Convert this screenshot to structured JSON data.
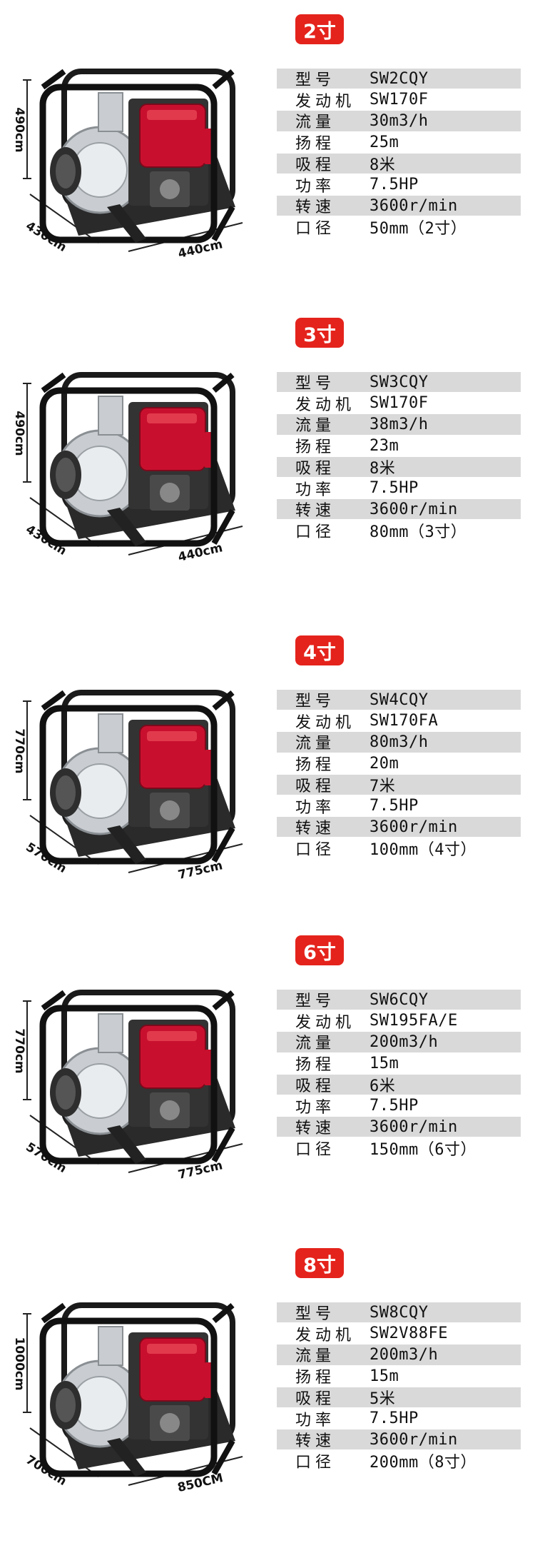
{
  "colors": {
    "badge": "#e4231c",
    "row_shade": "#d9d9d9",
    "engine_red": "#c8102e"
  },
  "products": [
    {
      "badge": "2寸",
      "dims": {
        "height": "490cm",
        "depth": "430cm",
        "width": "440cm"
      },
      "specs": [
        {
          "label": "型号",
          "value": "SW2CQY"
        },
        {
          "label": "发动机",
          "value": "SW170F"
        },
        {
          "label": "流量",
          "value": "30m3/h"
        },
        {
          "label": "扬程",
          "value": "25m"
        },
        {
          "label": "吸程",
          "value": "8米"
        },
        {
          "label": "功率",
          "value": "7.5HP"
        },
        {
          "label": "转速",
          "value": "3600r/min"
        },
        {
          "label": "口径",
          "value": "50mm（2寸）"
        }
      ]
    },
    {
      "badge": "3寸",
      "dims": {
        "height": "490cm",
        "depth": "430cm",
        "width": "440cm"
      },
      "specs": [
        {
          "label": "型号",
          "value": "SW3CQY"
        },
        {
          "label": "发动机",
          "value": "SW170F"
        },
        {
          "label": "流量",
          "value": "38m3/h"
        },
        {
          "label": "扬程",
          "value": "23m"
        },
        {
          "label": "吸程",
          "value": "8米"
        },
        {
          "label": "功率",
          "value": "7.5HP"
        },
        {
          "label": "转速",
          "value": "3600r/min"
        },
        {
          "label": "口径",
          "value": "80mm（3寸）"
        }
      ]
    },
    {
      "badge": "4寸",
      "dims": {
        "height": "770cm",
        "depth": "570cm",
        "width": "775cm"
      },
      "specs": [
        {
          "label": "型号",
          "value": "SW4CQY"
        },
        {
          "label": "发动机",
          "value": "SW170FA"
        },
        {
          "label": "流量",
          "value": "80m3/h"
        },
        {
          "label": "扬程",
          "value": "20m"
        },
        {
          "label": "吸程",
          "value": "7米"
        },
        {
          "label": "功率",
          "value": "7.5HP"
        },
        {
          "label": "转速",
          "value": "3600r/min"
        },
        {
          "label": "口径",
          "value": "100mm（4寸）"
        }
      ]
    },
    {
      "badge": "6寸",
      "dims": {
        "height": "770cm",
        "depth": "570cm",
        "width": "775cm"
      },
      "specs": [
        {
          "label": "型号",
          "value": "SW6CQY"
        },
        {
          "label": "发动机",
          "value": "SW195FA/E"
        },
        {
          "label": "流量",
          "value": "200m3/h"
        },
        {
          "label": "扬程",
          "value": "15m"
        },
        {
          "label": "吸程",
          "value": "6米"
        },
        {
          "label": "功率",
          "value": "7.5HP"
        },
        {
          "label": "转速",
          "value": "3600r/min"
        },
        {
          "label": "口径",
          "value": "150mm（6寸）"
        }
      ]
    },
    {
      "badge": "8寸",
      "dims": {
        "height": "1000cm",
        "depth": "700cm",
        "width": "850CM"
      },
      "specs": [
        {
          "label": "型号",
          "value": "SW8CQY"
        },
        {
          "label": "发动机",
          "value": "SW2V88FE"
        },
        {
          "label": "流量",
          "value": "200m3/h"
        },
        {
          "label": "扬程",
          "value": "15m"
        },
        {
          "label": "吸程",
          "value": "5米"
        },
        {
          "label": "功率",
          "value": "7.5HP"
        },
        {
          "label": "转速",
          "value": "3600r/min"
        },
        {
          "label": "口径",
          "value": "200mm（8寸）"
        }
      ]
    }
  ]
}
